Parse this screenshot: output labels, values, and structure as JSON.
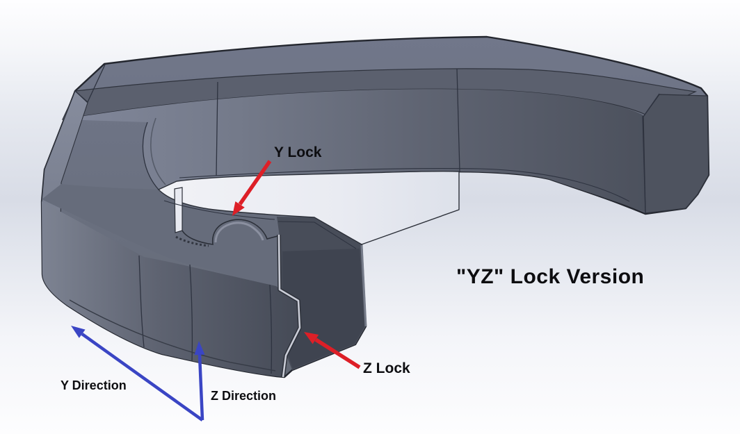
{
  "scene": {
    "title": "\"YZ\" Lock Version",
    "labels": {
      "y_lock": "Y Lock",
      "z_lock": "Z Lock",
      "y_direction": "Y Direction",
      "z_direction": "Z Direction"
    },
    "colors": {
      "annotation_arrow_red": "#dd1f27",
      "annotation_arrow_blue": "#3a45c4",
      "label_text": "#0d0d10",
      "part_top_face": "#6a7080",
      "part_front_face_dark": "#474c58",
      "part_outline": "#272b34",
      "mouth_gap_light": "#eef0f5",
      "background_mid": "#d8dce6"
    }
  }
}
